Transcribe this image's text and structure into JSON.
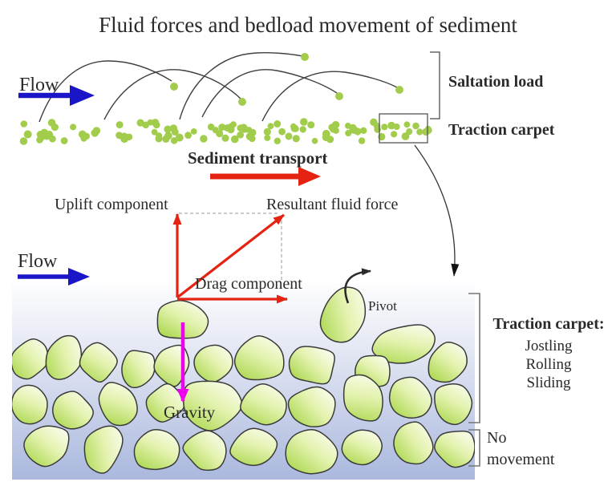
{
  "title": "Fluid forces and bedload movement of sediment",
  "top": {
    "flow": "Flow",
    "saltation_load": "Saltation load",
    "traction_carpet": "Traction carpet",
    "sediment_transport": "Sediment transport"
  },
  "forces": {
    "flow": "Flow",
    "uplift": "Uplift component",
    "resultant": "Resultant fluid force",
    "drag": "Drag component",
    "gravity": "Gravity",
    "pivot": "Pivot"
  },
  "bed": {
    "traction_carpet_title": "Traction carpet:",
    "behaviors": [
      "Jostling",
      "Rolling",
      "Sliding"
    ],
    "no_movement": "No movement"
  },
  "colors": {
    "flow_blue": "#1a16c8",
    "force_red": "#e42313",
    "gravity_magenta": "#ee00ee",
    "dot_green": "#a2cc4c",
    "grain_green": "#a8d64a",
    "bed_blue": "#aab8de"
  }
}
